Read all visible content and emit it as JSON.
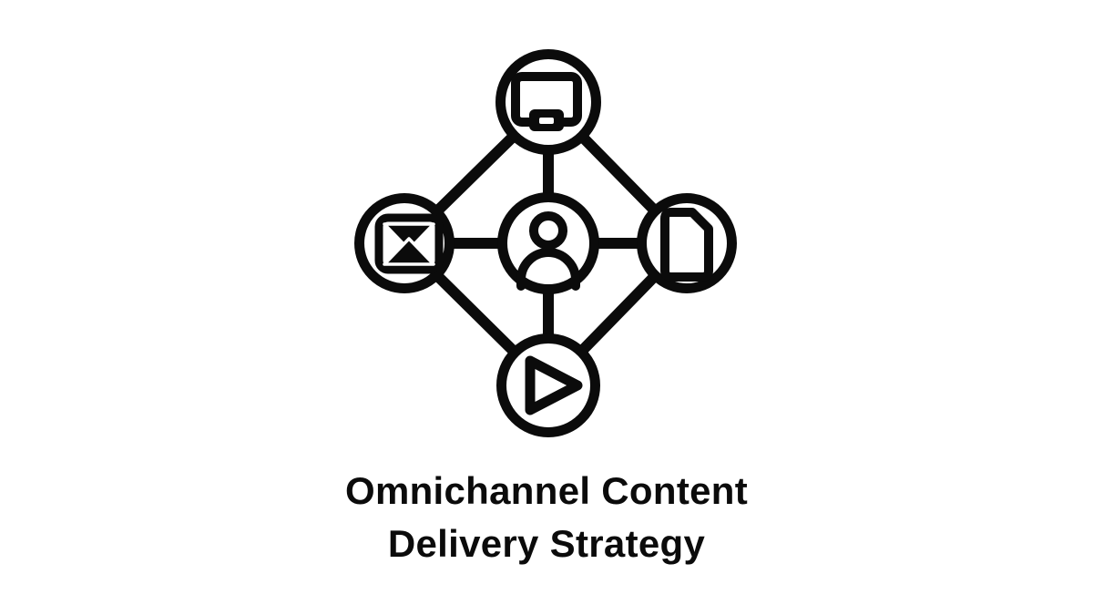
{
  "colors": {
    "background": "#ffffff",
    "ink": "#0b0b0b"
  },
  "title": {
    "line1": "Omnichannel Content",
    "line2": "Delivery Strategy"
  },
  "diagram": {
    "center_node": {
      "position": "center",
      "icon": "user-icon"
    },
    "outer_nodes": [
      {
        "position": "top",
        "icon": "monitor-icon"
      },
      {
        "position": "left",
        "icon": "email-icon"
      },
      {
        "position": "right",
        "icon": "document-icon"
      },
      {
        "position": "bottom",
        "icon": "video-play-icon"
      }
    ],
    "connections": [
      "center-top",
      "center-left",
      "center-right",
      "center-bottom",
      "top-left",
      "top-right",
      "left-bottom",
      "right-bottom"
    ]
  }
}
